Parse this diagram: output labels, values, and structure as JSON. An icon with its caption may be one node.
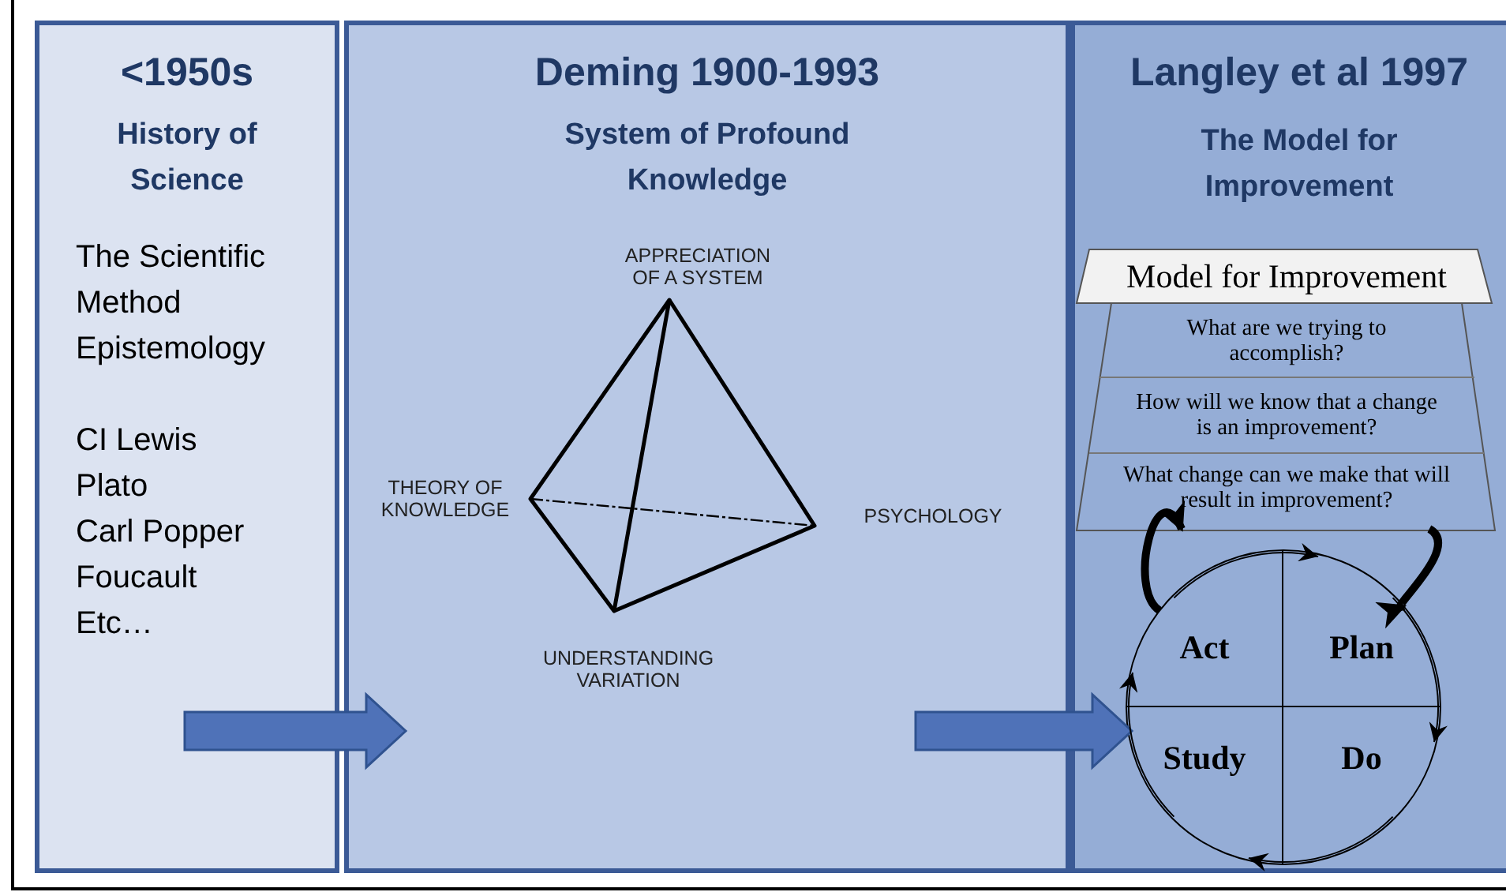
{
  "diagram": {
    "nodes": [
      {
        "text": [
          "<1950s",
          "History of Science",
          "The Scientific Method",
          "Epistemology",
          "CI Lewis",
          "Plato",
          "Carl Popper",
          "Foucault",
          "Etc…"
        ]
      },
      {
        "text": [
          "Deming 1900-1993",
          "System of Profound Knowledge"
        ]
      },
      {
        "text": [
          "Langley et al 1997",
          "The Model for Improvement"
        ]
      },
      {
        "text": [
          "Model for Improvement"
        ],
        "in": 2
      },
      {
        "text": [
          "What are we trying to accomplish?"
        ],
        "in": 3
      },
      {
        "text": [
          "How will we know that a change is an improvement?"
        ],
        "in": 3
      },
      {
        "text": [
          "What change can we make that will result in improvement?"
        ],
        "in": 3
      },
      {
        "text": [],
        "shape": "circle",
        "in": 2
      },
      {
        "text": [
          "Act"
        ],
        "in": 7
      },
      {
        "text": [
          "Plan"
        ],
        "in": 7
      },
      {
        "text": [
          "Study"
        ],
        "in": 7
      },
      {
        "text": [
          "Do"
        ],
        "in": 7
      }
    ],
    "edges": [
      {
        "from": 0,
        "to": 1,
        "arrow": "to",
        "style": "thick",
        "color": "#4f72b8"
      },
      {
        "from": 1,
        "to": 2,
        "arrow": "to",
        "style": "thick",
        "color": "#4f72b8"
      },
      {
        "from": 8,
        "to": 3,
        "arrow": "to",
        "style": "thick"
      },
      {
        "from": 3,
        "to": 9,
        "arrow": "to",
        "style": "thick"
      },
      {
        "from": 8,
        "to": 9,
        "arrow": "to"
      },
      {
        "from": 9,
        "to": 11,
        "arrow": "to"
      },
      {
        "from": 11,
        "to": 10,
        "arrow": "to"
      },
      {
        "from": 10,
        "to": 8,
        "arrow": "to"
      }
    ],
    "labels": [
      "APPRECIATION OF A SYSTEM",
      "THEORY OF KNOWLEDGE",
      "PSYCHOLOGY",
      "UNDERSTANDING VARIATION"
    ]
  }
}
